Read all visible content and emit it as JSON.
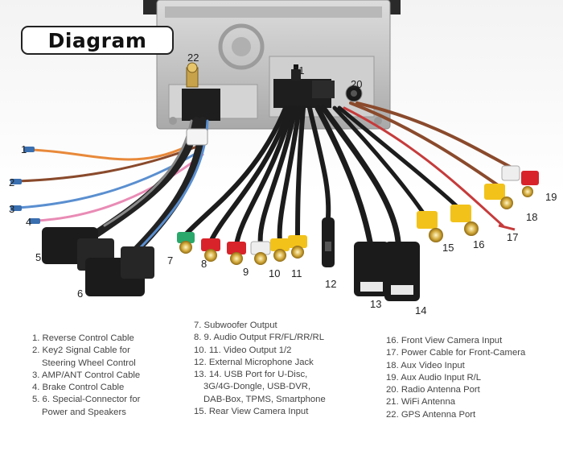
{
  "title": "Diagram",
  "callouts": [
    "1",
    "2",
    "3",
    "4",
    "5",
    "6",
    "7",
    "8",
    "9",
    "10",
    "11",
    "12",
    "13",
    "14",
    "15",
    "16",
    "17",
    "18",
    "19",
    "20",
    "21",
    "22"
  ],
  "legend": {
    "col1": [
      {
        "line": "1. Reverse Control Cable"
      },
      {
        "line": "2. Key2 Signal Cable for",
        "cont": "Steering Wheel Control"
      },
      {
        "line": "3. AMP/ANT Control Cable"
      },
      {
        "line": "4. Brake Control Cable"
      },
      {
        "line": "5. 6. Special-Connector for",
        "cont": "Power and Speakers"
      }
    ],
    "col2": [
      {
        "line": "7. Subwoofer Output"
      },
      {
        "line": "8. 9. Audio Output FR/FL/RR/RL"
      },
      {
        "line": "10. 11. Video Output 1/2"
      },
      {
        "line": "12. External Microphone Jack"
      },
      {
        "line": "13. 14. USB Port for U-Disc,",
        "cont": "3G/4G-Dongle, USB-DVR,"
      },
      {
        "cont": "DAB-Box, TPMS, Smartphone"
      },
      {
        "line": "15. Rear View Camera Input"
      }
    ],
    "col3": [
      {
        "line": "16. Front View Camera Input"
      },
      {
        "line": "17. Power Cable for Front-Camera"
      },
      {
        "line": "18. Aux Video Input"
      },
      {
        "line": "19. Aux Audio Input R/L"
      },
      {
        "line": "20. Radio Antenna Port"
      },
      {
        "line": "21. WiFi Antenna"
      },
      {
        "line": "22. GPS Antenna Port"
      }
    ]
  },
  "colors": {
    "wire_orange": "#e8893a",
    "wire_brown": "#8a4a2c",
    "wire_blue": "#5a8fd0",
    "wire_pink": "#e98bb5",
    "rca_red": "#d8232a",
    "rca_white": "#eeeeee",
    "rca_yellow": "#f2c21b",
    "rca_green": "#2aa86b",
    "black": "#1c1c1c"
  }
}
